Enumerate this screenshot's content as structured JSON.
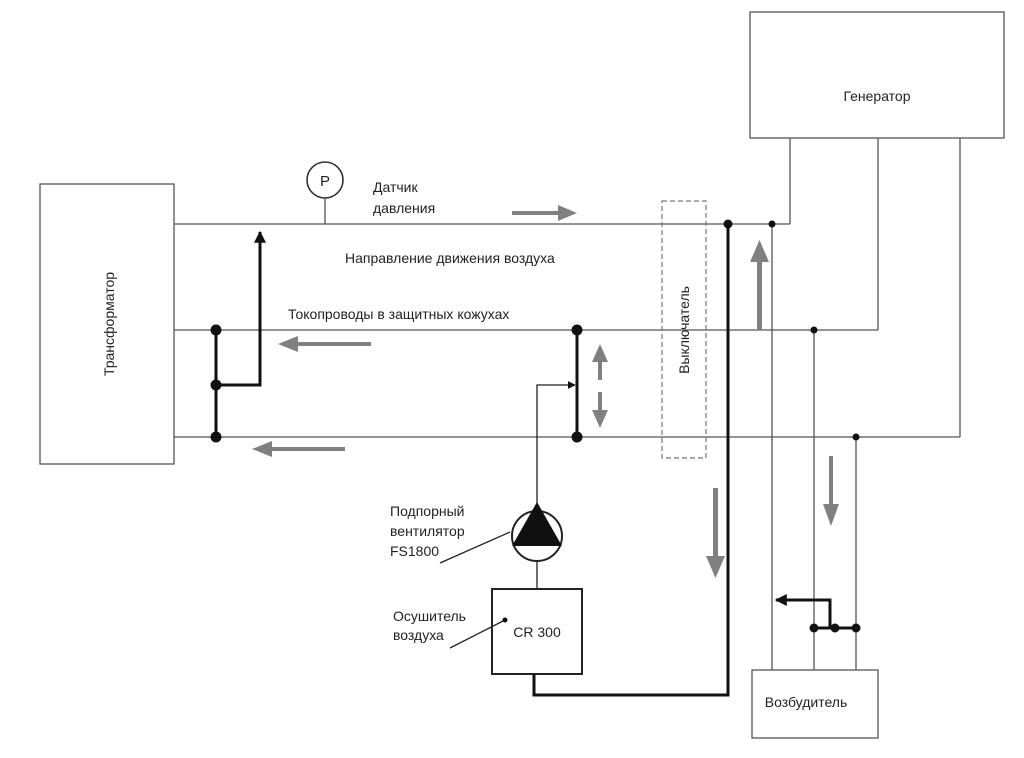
{
  "labels": {
    "generator": "Генератор",
    "transformer": "Трансформатор",
    "pressure_sensor_symbol": "P",
    "pressure_sensor_line1": "Датчик",
    "pressure_sensor_line2": "давления",
    "air_direction": "Направление движения воздуха",
    "busbars": "Токопроводы в защитных кожухах",
    "breaker": "Выключатель",
    "fan_line1": "Подпорный",
    "fan_line2": "вентилятор",
    "fan_line3": "FS1800",
    "dryer_line1": "Осушитель",
    "dryer_line2": "воздуха",
    "dryer_model": "CR 300",
    "exciter": "Возбудитель"
  },
  "colors": {
    "line": "#555555",
    "thick_line": "#111111",
    "flow_arrow": "#808080",
    "text": "#222222"
  }
}
